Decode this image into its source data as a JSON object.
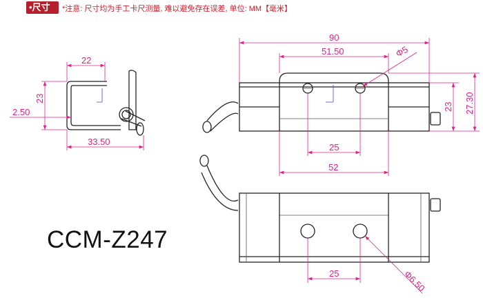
{
  "header": {
    "tag_label": "•尺寸",
    "note": "*注意: 尺寸均为手工卡尺测量, 难以避免存在误差, 单位: MM【毫米】"
  },
  "model": "CCM-Z247",
  "side_view": {
    "width_top": "22",
    "height": "23",
    "thickness": "2.50",
    "total_width": "33.50"
  },
  "front_view": {
    "total_length": "90",
    "plate_top": "51.50",
    "hole_dia": "Φ5",
    "height": "23",
    "total_height": "27.30",
    "hole_spacing": "25",
    "plate_width": "52"
  },
  "bottom_view": {
    "hole_spacing": "25",
    "hole_dia": "Φ6.50"
  },
  "colors": {
    "dimension": "#e0208a",
    "tag": "#b3202c"
  }
}
